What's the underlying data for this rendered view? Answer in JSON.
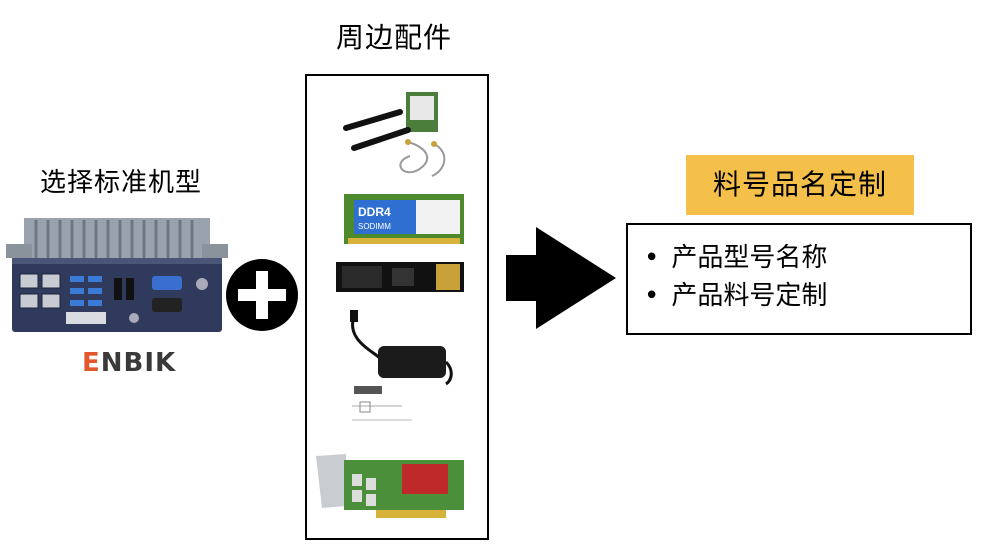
{
  "left": {
    "title": "选择标准机型",
    "brand_e": "E",
    "brand_rest": "NBIK"
  },
  "parts": {
    "title": "周边配件",
    "ram_label": "DDR4",
    "ram_sub": "SODIMM"
  },
  "result": {
    "badge": "料号品名定制",
    "items": [
      "产品型号名称",
      "产品料号定制"
    ]
  },
  "colors": {
    "badge_bg": "#f5c04a",
    "brand_accent": "#e2582c",
    "arrow": "#000000"
  }
}
